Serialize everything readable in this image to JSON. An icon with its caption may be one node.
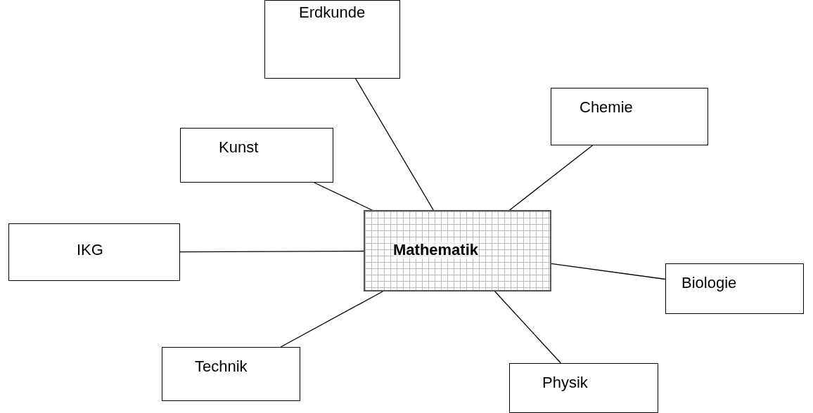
{
  "diagram": {
    "nodes": [
      {
        "text": [
          "Mathematik"
        ]
      },
      {
        "text": [
          "Erdkunde"
        ]
      },
      {
        "text": [
          "Chemie"
        ]
      },
      {
        "text": [
          "Kunst"
        ]
      },
      {
        "text": [
          "IKG"
        ]
      },
      {
        "text": [
          "Biologie"
        ]
      },
      {
        "text": [
          "Technik"
        ]
      },
      {
        "text": [
          "Physik"
        ]
      }
    ],
    "edges": [
      {
        "from": 0,
        "to": 1,
        "arrow": "none"
      },
      {
        "from": 0,
        "to": 2,
        "arrow": "none"
      },
      {
        "from": 0,
        "to": 3,
        "arrow": "none"
      },
      {
        "from": 0,
        "to": 4,
        "arrow": "none"
      },
      {
        "from": 0,
        "to": 5,
        "arrow": "none"
      },
      {
        "from": 0,
        "to": 6,
        "arrow": "none"
      },
      {
        "from": 0,
        "to": 7,
        "arrow": "none"
      }
    ]
  }
}
